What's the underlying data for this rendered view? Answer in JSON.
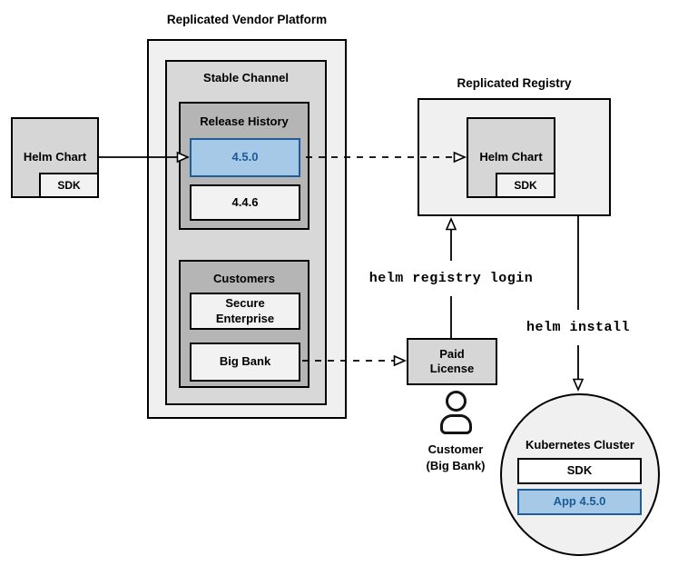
{
  "vendor_platform": {
    "title": "Replicated Vendor Platform",
    "stable_channel": {
      "label": "Stable Channel",
      "release_history": {
        "label": "Release History",
        "versions": [
          {
            "label": "4.5.0",
            "highlighted": true
          },
          {
            "label": "4.4.6",
            "highlighted": false
          }
        ]
      },
      "customers": {
        "label": "Customers",
        "items": [
          {
            "label": "Secure Enterprise"
          },
          {
            "label": "Big Bank"
          }
        ]
      }
    }
  },
  "source_chart": {
    "label": "Helm Chart",
    "sdk": "SDK"
  },
  "registry": {
    "title": "Replicated Registry",
    "chart": {
      "label": "Helm Chart",
      "sdk": "SDK"
    }
  },
  "license": {
    "label": "Paid License"
  },
  "customer": {
    "icon": "person-icon",
    "line1": "Customer",
    "line2": "(Big Bank)"
  },
  "cluster": {
    "title": "Kubernetes Cluster",
    "sdk": "SDK",
    "app": "App 4.5.0"
  },
  "commands": {
    "login": "helm registry login",
    "install": "helm install"
  },
  "colors": {
    "highlight_fill": "#a6c9e8",
    "highlight_border": "#1f5c99",
    "highlight_text": "#1b5a94"
  }
}
